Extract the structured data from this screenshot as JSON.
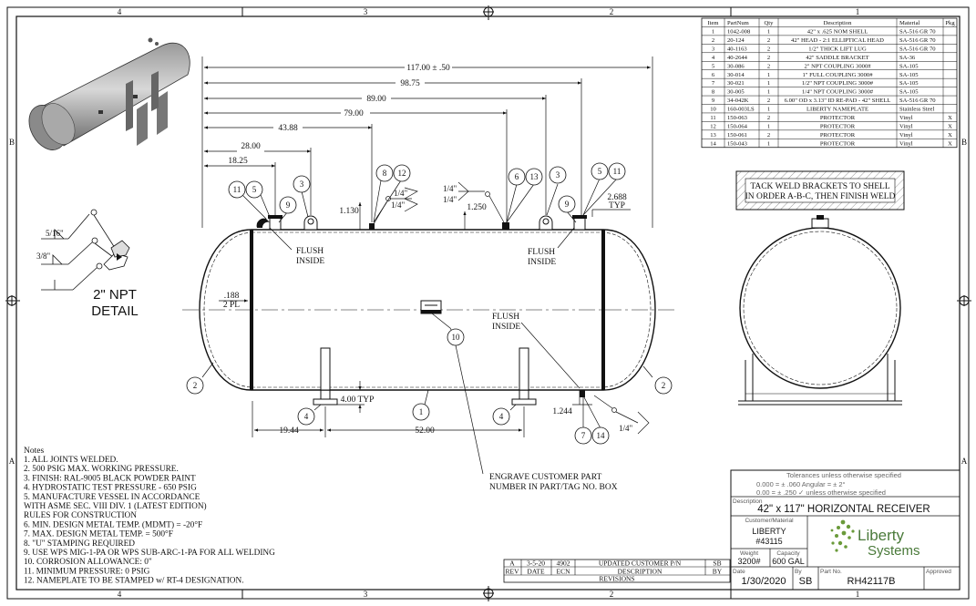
{
  "frame": {
    "top_zones": [
      "4",
      "3",
      "2",
      "1"
    ],
    "bottom_zones": [
      "4",
      "3",
      "2",
      "1"
    ],
    "side_zones": [
      "B",
      "A"
    ]
  },
  "bom": {
    "headers": [
      "Item",
      "PartNum",
      "Qty",
      "Description",
      "Material",
      "Pkg"
    ],
    "rows": [
      [
        "1",
        "1042-008",
        "1",
        "42\" x .625 NOM SHELL",
        "SA-516 GR 70",
        ""
      ],
      [
        "2",
        "20-124",
        "2",
        "42\" HEAD - 2:1 ELLIPTICAL HEAD",
        "SA-516 GR 70",
        ""
      ],
      [
        "3",
        "40-1163",
        "2",
        "1/2\" THICK LIFT LUG",
        "SA-516 GR 70",
        ""
      ],
      [
        "4",
        "40-2644",
        "2",
        "42\" SADDLE BRACKET",
        "SA-36",
        ""
      ],
      [
        "5",
        "30-086",
        "2",
        "2\" NPT COUPLING 3000#",
        "SA-105",
        ""
      ],
      [
        "6",
        "30-014",
        "1",
        "1\" FULL COUPLING 3000#",
        "SA-105",
        ""
      ],
      [
        "7",
        "30-021",
        "1",
        "1/2\" NPT COUPLING 3000#",
        "SA-105",
        ""
      ],
      [
        "8",
        "30-005",
        "1",
        "1/4\" NPT COUPLING 3000#",
        "SA-105",
        ""
      ],
      [
        "9",
        "34-042K",
        "2",
        "6.00\" OD x 3.13\" ID RE-PAD - 42\" SHELL",
        "SA-516 GR 70",
        ""
      ],
      [
        "10",
        "160-003LS",
        "1",
        "LIBERTY NAMEPLATE",
        "Stainless Steel",
        ""
      ],
      [
        "11",
        "150-063",
        "2",
        "PROTECTOR",
        "Vinyl",
        "X"
      ],
      [
        "12",
        "150-064",
        "1",
        "PROTECTOR",
        "Vinyl",
        "X"
      ],
      [
        "13",
        "150-061",
        "2",
        "PROTECTOR",
        "Vinyl",
        "X"
      ],
      [
        "14",
        "150-043",
        "1",
        "PROTECTOR",
        "Vinyl",
        "X"
      ]
    ]
  },
  "weld_note": [
    "TACK WELD BRACKETS TO SHELL",
    "IN ORDER A-B-C, THEN FINISH WELD"
  ],
  "dimensions": {
    "overall": "117.00 ± .50",
    "d1": "98.75",
    "d2": "89.00",
    "d3": "79.00",
    "d4": "43.88",
    "d5": "28.00",
    "d6": "18.25",
    "lug_offset": "1.130",
    "coupling_offset": "1.250",
    "typ_dim": "2.688",
    "typ_label": "TYP",
    "head_thk": ".188",
    "head_thk_note": "2 PL",
    "saddle_height": "4.00 TYP",
    "saddle_left": "19.44",
    "saddle_span": "52.00",
    "bottom_coupling": "1.244"
  },
  "labels": {
    "flush_inside": [
      "FLUSH",
      "INSIDE"
    ],
    "engrave": [
      "ENGRAVE CUSTOMER PART",
      "NUMBER IN PART/TAG NO. BOX"
    ],
    "npt_detail": [
      "2\" NPT",
      "DETAIL"
    ],
    "weld_516": "5/16\"",
    "weld_38": "3/8\"",
    "weld_14": "1/4\""
  },
  "balloons": {
    "b1": "1",
    "b2": "2",
    "b3": "3",
    "b4": "4",
    "b5": "5",
    "b6": "6",
    "b7": "7",
    "b8": "8",
    "b9": "9",
    "b10": "10",
    "b11": "11",
    "b12": "12",
    "b13": "13",
    "b14": "14"
  },
  "notes": {
    "title": "Notes",
    "lines": [
      "1. ALL JOINTS WELDED.",
      "2. 500 PSIG MAX. WORKING PRESSURE.",
      "3. FINISH: RAL-9005 BLACK POWDER PAINT",
      "4. HYDROSTATIC TEST PRESSURE - 650 PSIG",
      "5. MANUFACTURE VESSEL IN ACCORDANCE",
      "    WITH ASME SEC. VIII DIV. 1 (LATEST EDITION)",
      "    RULES FOR CONSTRUCTION",
      "6. MIN. DESIGN METAL TEMP. (MDMT) = -20°F",
      "7. MAX. DESIGN METAL TEMP. = 500°F",
      "8. \"U\" STAMPING REQUIRED",
      "9. USE WPS MIG-1-PA OR WPS SUB-ARC-1-PA FOR ALL WELDING",
      "10. CORROSION ALLOWANCE: 0\"",
      "11. MINIMUM PRESSURE: 0 PSIG",
      "12. NAMEPLATE TO BE STAMPED w/ RT-4 DESIGNATION."
    ]
  },
  "revisions": {
    "row": [
      "A",
      "3-5-20",
      "4902",
      "UPDATED CUSTOMER P/N",
      "SB"
    ],
    "headers": [
      "REV",
      "DATE",
      "ECN",
      "DESCRIPTION",
      "BY"
    ],
    "title": "REVISIONS"
  },
  "title_block": {
    "tolerances_title": "Tolerances unless otherwise specified",
    "tol_line1": "0.000 = ± .060    Angular = ± 2°",
    "tol_line2": "0.00  = ± .250    ✓ unless otherwise specified",
    "description_label": "Description",
    "description": "42\" x 117\" HORIZONTAL RECEIVER",
    "customer_label": "Customer/Material",
    "customer": "LIBERTY",
    "customer_no": "#43115",
    "weight_label": "Weight",
    "weight": "3200#",
    "capacity_label": "Capacity",
    "capacity": "600 GAL",
    "date_label": "Date",
    "date": "1/30/2020",
    "by_label": "By",
    "by": "SB",
    "part_label": "Part No.",
    "part_no": "RH42117B",
    "approved_label": "Approved",
    "logo_line1": "Liberty",
    "logo_line2": "Systems",
    "logo_dot_color": "#6a9a3a",
    "logo_text_color": "#4a7a3a"
  }
}
